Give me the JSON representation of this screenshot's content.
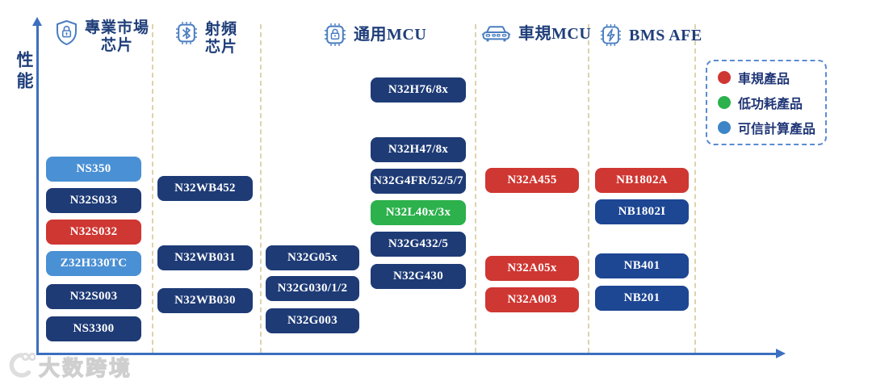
{
  "axes": {
    "y_label": "性能"
  },
  "columns": [
    {
      "id": "pro-market",
      "title_lines": [
        "專業市場",
        "芯片"
      ],
      "icon": "shield-lock-icon",
      "stacks": [
        [
          {
            "label": "NS350",
            "type": "trusted"
          },
          {
            "label": "N32S033",
            "type": "standard"
          },
          {
            "label": "N32S032",
            "type": "automotive"
          },
          {
            "label": "Z32H330TC",
            "type": "trusted"
          },
          {
            "label": "N32S003",
            "type": "standard"
          },
          {
            "label": "NS3300",
            "type": "standard"
          }
        ]
      ]
    },
    {
      "id": "rf",
      "title_lines": [
        "射頻",
        "芯片"
      ],
      "icon": "chip-bluetooth-icon",
      "stacks": [
        [
          {
            "label": "N32WB452",
            "type": "standard"
          },
          {
            "label": "N32WB031",
            "type": "standard"
          },
          {
            "label": "N32WB030",
            "type": "standard"
          }
        ]
      ]
    },
    {
      "id": "general-mcu",
      "title_lines": [
        "通用MCU"
      ],
      "icon": "chip-lock-icon",
      "stacks": [
        [
          {
            "label": "N32G05x",
            "type": "standard"
          },
          {
            "label": "N32G030/1/2",
            "type": "standard"
          },
          {
            "label": "N32G003",
            "type": "standard"
          }
        ],
        [
          {
            "label": "N32H76/8x",
            "type": "standard"
          },
          {
            "label": "N32H47/8x",
            "type": "standard"
          },
          {
            "label": "N32G4FR/52/5/7",
            "type": "standard"
          },
          {
            "label": "N32L40x/3x",
            "type": "low_power"
          },
          {
            "label": "N32G432/5",
            "type": "standard"
          },
          {
            "label": "N32G430",
            "type": "standard"
          }
        ]
      ]
    },
    {
      "id": "auto-mcu",
      "title_lines": [
        "車規MCU"
      ],
      "icon": "car-icon",
      "stacks": [
        [
          {
            "label": "N32A455",
            "type": "automotive"
          },
          {
            "label": "N32A05x",
            "type": "automotive"
          },
          {
            "label": "N32A003",
            "type": "automotive"
          }
        ]
      ]
    },
    {
      "id": "bms-afe",
      "title_lines": [
        "BMS AFE"
      ],
      "icon": "chip-bolt-icon",
      "stacks": [
        [
          {
            "label": "NB1802A",
            "type": "automotive"
          },
          {
            "label": "NB1802I",
            "type": "bms"
          },
          {
            "label": "NB401",
            "type": "bms"
          },
          {
            "label": "NB201",
            "type": "bms"
          }
        ]
      ]
    }
  ],
  "legend": {
    "items": [
      {
        "label": "車規產品",
        "color": "#cf3732"
      },
      {
        "label": "低功耗產品",
        "color": "#2cb14c"
      },
      {
        "label": "可信計算產品",
        "color": "#3d85c6"
      }
    ]
  },
  "type_colors": {
    "standard": "#1e3b76",
    "automotive": "#cf3732",
    "low_power": "#2cb14c",
    "trusted": "#4a90d4",
    "bms": "#1d4693"
  },
  "accent_colors": {
    "axis": "#3c6fbf",
    "header_text": "#1f3e7a",
    "separator": "#dcd3ab",
    "legend_border": "#5b8bd0"
  },
  "watermark": {
    "text": "大数跨境"
  }
}
